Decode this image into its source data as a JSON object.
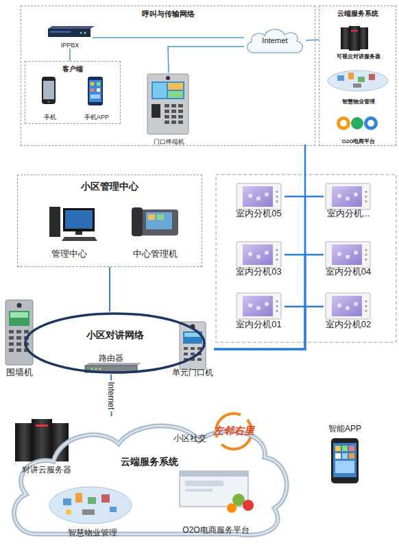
{
  "diagram": {
    "nodes": [
      {
        "text": [
          "呼叫与传输网络"
        ]
      },
      {
        "text": [
          "IPPBX"
        ],
        "in": 0
      },
      {
        "text": [
          "客户端"
        ],
        "in": 0
      },
      {
        "text": [
          "手机"
        ],
        "in": 2
      },
      {
        "text": [
          "手机APP"
        ],
        "in": 2
      },
      {
        "text": [
          "门口终端机"
        ],
        "in": 0
      },
      {
        "text": [
          "Internet"
        ],
        "in": 0
      },
      {
        "text": [
          "云端服务系统"
        ]
      },
      {
        "text": [
          "可视云对讲服务器"
        ],
        "in": 7
      },
      {
        "text": [
          "智慧物业管理"
        ],
        "in": 7
      },
      {
        "text": [
          "O2O电商平台"
        ],
        "in": 7
      },
      {
        "text": [
          "小区管理中心"
        ]
      },
      {
        "text": [
          "管理中心"
        ],
        "in": 11
      },
      {
        "text": [
          "中心管理机"
        ],
        "in": 11
      },
      {
        "text": [
          "室内分机05"
        ]
      },
      {
        "text": [
          "室内分机..."
        ]
      },
      {
        "text": [
          "室内分机03"
        ]
      },
      {
        "text": [
          "室内分机04"
        ]
      },
      {
        "text": [
          "室内分机01"
        ]
      },
      {
        "text": [
          "室内分机02"
        ]
      },
      {
        "text": [
          "小区对讲网络"
        ]
      },
      {
        "text": [
          "围墙机"
        ]
      },
      {
        "text": [
          "路由器"
        ],
        "in": 20
      },
      {
        "text": [
          "单元门口机"
        ]
      },
      {
        "text": [
          "云端服务系统"
        ]
      },
      {
        "text": [
          "对讲云服务器"
        ],
        "in": 24
      },
      {
        "text": [
          "小区社交"
        ],
        "in": 24
      },
      {
        "text": [
          "智慧物业管理"
        ],
        "in": 24
      },
      {
        "text": [
          "O2O电商服务平台"
        ],
        "in": 24
      },
      {
        "text": [
          "智能APP"
        ]
      }
    ],
    "edges": [
      {
        "from": 1,
        "to": 6,
        "arrow": "none"
      },
      {
        "from": 1,
        "to": 2,
        "arrow": "none"
      },
      {
        "from": 5,
        "to": 6,
        "arrow": "none"
      },
      {
        "from": 6,
        "to": 7,
        "arrow": "none"
      },
      {
        "from": 11,
        "to": 20,
        "arrow": "none"
      },
      {
        "from": 22,
        "to": 24,
        "label": "Internet",
        "arrow": "none"
      },
      {
        "from": 14,
        "to": 23,
        "arrow": "none"
      },
      {
        "from": 15,
        "to": 23,
        "arrow": "none"
      },
      {
        "from": 16,
        "to": 23,
        "arrow": "none"
      },
      {
        "from": 17,
        "to": 23,
        "arrow": "none"
      },
      {
        "from": 18,
        "to": 23,
        "arrow": "none"
      },
      {
        "from": 19,
        "to": 23,
        "arrow": "none"
      }
    ],
    "labels": [
      "左邻右里"
    ]
  }
}
